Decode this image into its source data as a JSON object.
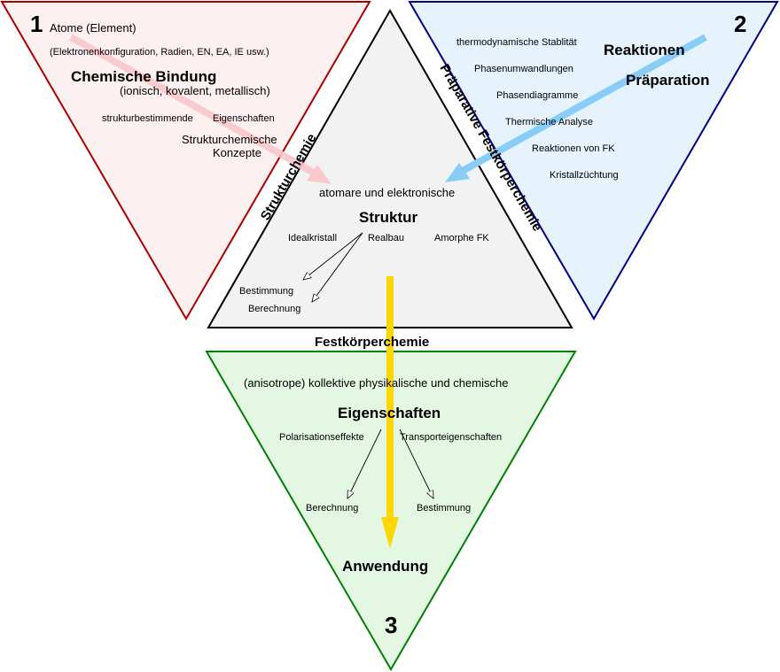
{
  "colors": {
    "tri1_fill": "#fdf0f0",
    "tri1_stroke": "#aa0000",
    "tri2_fill": "#e6f3fd",
    "tri2_stroke": "#000080",
    "center_fill": "#f2f2f2",
    "center_stroke": "#000000",
    "tri3_fill": "#e3f7e3",
    "tri3_stroke": "#008000",
    "arrow_red": "#f9c7cc",
    "arrow_blue": "#88ccf8",
    "arrow_yellow": "#ffd700"
  },
  "triangle1": {
    "number": "1",
    "title": "Atome (Element)",
    "subtitle": "(Elektronenkonfiguration,  Radien, EN, EA, IE usw.)",
    "heading": "Chemische Bindung",
    "heading_sub": "(ionisch, kovalent, metallisch)",
    "line1_a": "strukturbestimmende",
    "line1_b": "Eigenschaften",
    "concept_line1": "Strukturchemische",
    "concept_line2": "Konzepte"
  },
  "triangle2": {
    "number": "2",
    "heading1": "Reaktionen",
    "heading2": "Präparation",
    "items": [
      "thermodynamische Stablität",
      "Phasenumwandlungen",
      "Phasendiagramme",
      "Thermische Analyse",
      "Reaktionen von FK",
      "Kristallzüchtung"
    ]
  },
  "center": {
    "side_left": "Strukturchemie",
    "side_right": "Präparative Festkörperchemie",
    "bottom": "Festkörperchemie",
    "intro": "atomare und elektronische",
    "heading": "Struktur",
    "items": [
      "Idealkristall",
      "Realbau",
      "Amorphe FK"
    ],
    "sub1": "Bestimmung",
    "sub2": "Berechnung"
  },
  "triangle3": {
    "number": "3",
    "intro": "(anisotrope) kollektive physikalische und chemische",
    "heading": "Eigenschaften",
    "left_item": "Polarisationseffekte",
    "right_item": "Transporteigenschaften",
    "left_sub": "Berechnung",
    "right_sub": "Bestimmung",
    "result": "Anwendung"
  }
}
